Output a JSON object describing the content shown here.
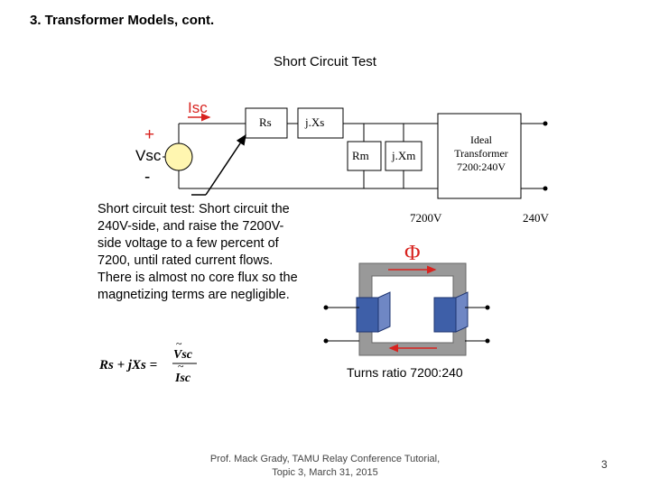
{
  "slide": {
    "title": "3.  Transformer Models, cont.",
    "subtitle": "Short Circuit Test",
    "page_number": "3"
  },
  "circuit": {
    "isc_label": "Isc",
    "plus": "+",
    "vsc_label": "Vsc",
    "minus": "-",
    "rs_label": "Rs",
    "jxs_label": "j.Xs",
    "rm_label": "Rm",
    "jxm_label": "j.Xm",
    "ideal_label": "Ideal Transformer 7200:240V",
    "v_hv_label": "7200V",
    "v_lv_label": "240V"
  },
  "core": {
    "flux_symbol": "Φ",
    "turns_ratio": "Turns ratio 7200:240"
  },
  "description": "Short circuit test:  Short circuit the 240V-side, and raise the 7200V-side voltage to a few percent of 7200, until rated current flows.  There is almost no core flux so the magnetizing terms are negligible.",
  "formula": {
    "lhs": "Rs + jXs =",
    "numerator": "Vsc",
    "denominator": "Isc"
  },
  "footer": "Prof. Mack Grady, TAMU Relay Conference Tutorial, Topic 3, March 31, 2015",
  "colors": {
    "accent_red": "#d8231f",
    "source_fill": "#fff6b0",
    "coil_blue": "#3e5fa8",
    "core_gray": "#888888"
  }
}
